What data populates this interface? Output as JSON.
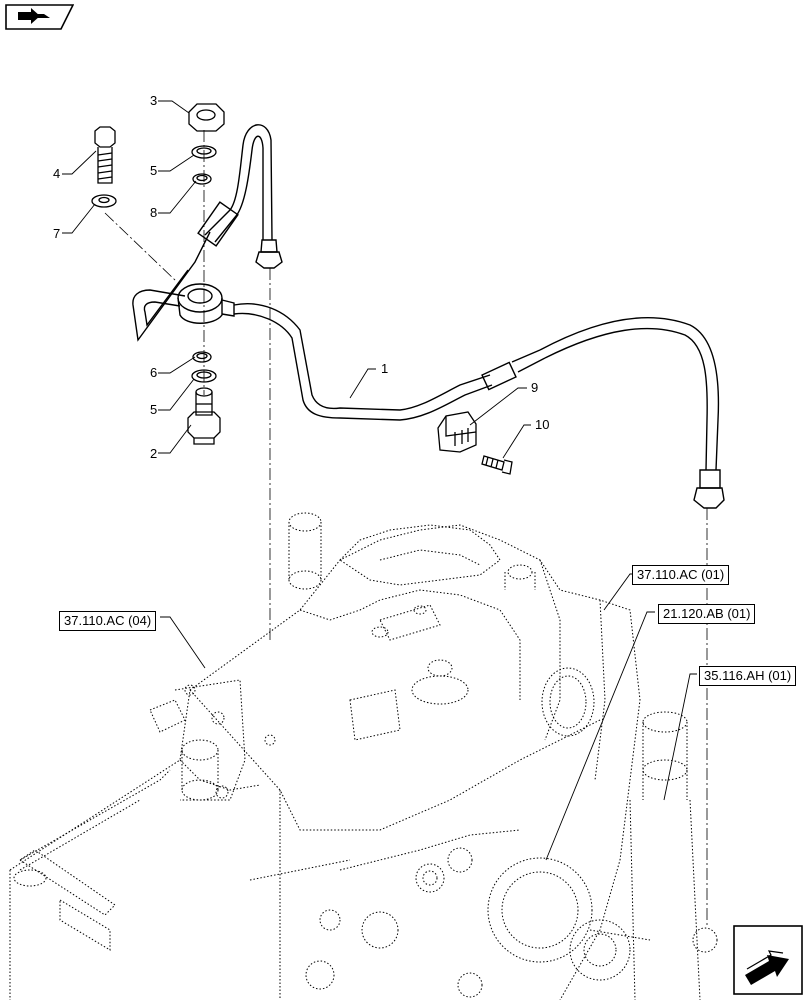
{
  "navigation": {
    "prev_icon": "book-arrow-icon",
    "next_icon": "next-page-arrow-icon"
  },
  "callouts": [
    {
      "id": "c1",
      "label": "1"
    },
    {
      "id": "c2",
      "label": "2"
    },
    {
      "id": "c3",
      "label": "3"
    },
    {
      "id": "c4",
      "label": "4"
    },
    {
      "id": "c5a",
      "label": "5"
    },
    {
      "id": "c5b",
      "label": "5"
    },
    {
      "id": "c6",
      "label": "6"
    },
    {
      "id": "c7",
      "label": "7"
    },
    {
      "id": "c8",
      "label": "8"
    },
    {
      "id": "c9",
      "label": "9"
    },
    {
      "id": "c10",
      "label": "10"
    }
  ],
  "references": {
    "r37ac01": "37.110.AC (01)",
    "r37ac04": "37.110.AC (04)",
    "r21ab01": "21.120.AB (01)",
    "r35ah01": "35.116.AH (01)"
  }
}
